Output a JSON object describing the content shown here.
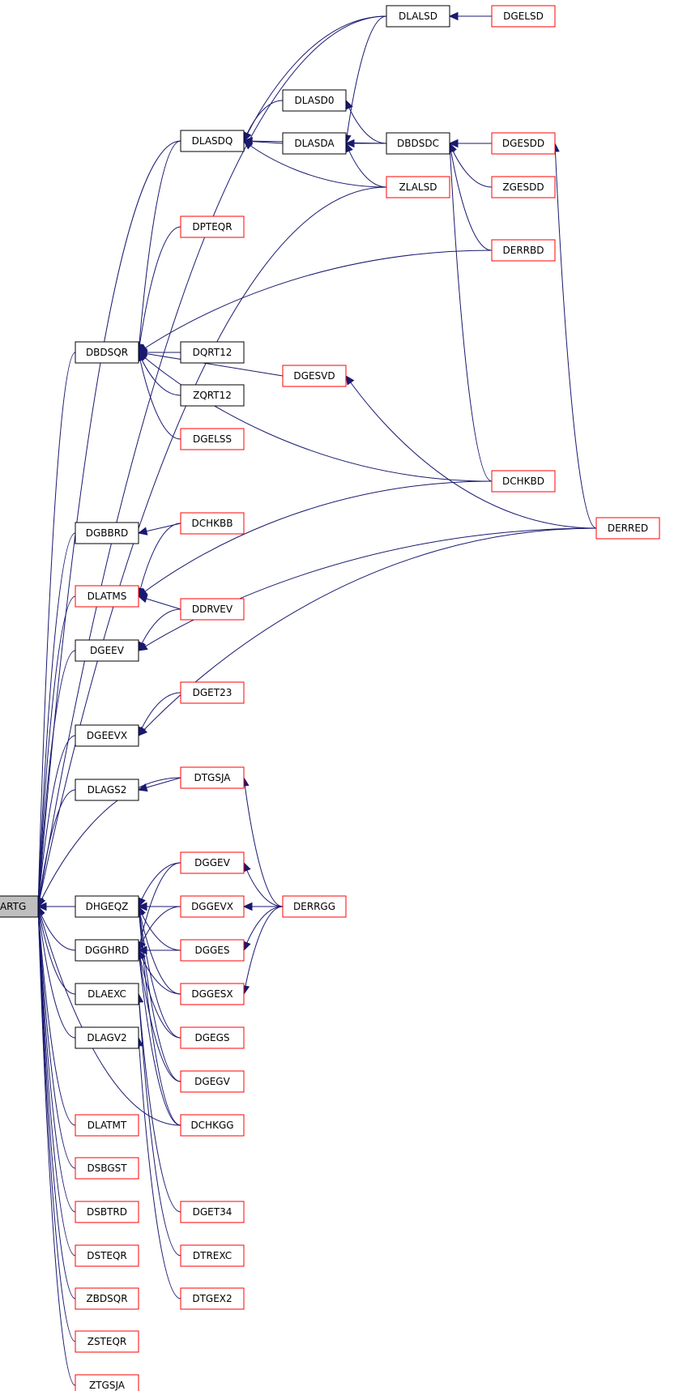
{
  "graph": {
    "title": "",
    "colors": {
      "edge": "#191970",
      "linked_border": "#000000",
      "unlinked_border": "#ff0000",
      "root_fill": "#bfbfbf",
      "node_fill": "#ffffff"
    },
    "nodes": {
      "dgelsd": "DGELSD",
      "dlalsd": "DLALSD",
      "dlasd0": "DLASD0",
      "dlasdq": "DLASDQ",
      "dlasda": "DLASDA",
      "dbdsdc": "DBDSDC",
      "dgesdd": "DGESDD",
      "zgesdd": "ZGESDD",
      "zlalsd": "ZLALSD",
      "dpteqr": "DPTEQR",
      "derrbd": "DERRBD",
      "dbdsqr": "DBDSQR",
      "dqrt12": "DQRT12",
      "dgesvd": "DGESVD",
      "zqrt12": "ZQRT12",
      "dgelss": "DGELSS",
      "dchkbd": "DCHKBD",
      "dgbbrd": "DGBBRD",
      "dchkbb": "DCHKBB",
      "derred": "DERRED",
      "dlatms": "DLATMS",
      "ddrvev": "DDRVEV",
      "dgeev": "DGEEV",
      "dget23": "DGET23",
      "dgeevx": "DGEEVX",
      "dlags2": "DLAGS2",
      "dtgsja": "DTGSJA",
      "dggev": "DGGEV",
      "dlartg": "DLARTG",
      "dhgeqz": "DHGEQZ",
      "dggevx": "DGGEVX",
      "derrgg": "DERRGG",
      "dgghrd": "DGGHRD",
      "dgges": "DGGES",
      "dggesx": "DGGESX",
      "dlaexc": "DLAEXC",
      "dlagv2": "DLAGV2",
      "dgegs": "DGEGS",
      "dgegv": "DGEGV",
      "dchkgg": "DCHKGG",
      "dlatmt": "DLATMT",
      "dsbgst": "DSBGST",
      "dget34": "DGET34",
      "dsbtrd": "DSBTRD",
      "dsteqr": "DSTEQR",
      "dtrexc": "DTREXC",
      "zbdsqr": "ZBDSQR",
      "dtgex2": "DTGEX2",
      "zsteqr": "ZSTEQR",
      "ztgsja": "ZTGSJA"
    },
    "edges": [
      [
        "dlalsd",
        "dlartg"
      ],
      [
        "dlasdq",
        "dlartg"
      ],
      [
        "zlalsd",
        "dlartg"
      ],
      [
        "dbdsqr",
        "dlartg"
      ],
      [
        "dgbbrd",
        "dlartg"
      ],
      [
        "dlatms",
        "dlartg"
      ],
      [
        "dgeev",
        "dlartg"
      ],
      [
        "dgeevx",
        "dlartg"
      ],
      [
        "dlags2",
        "dlartg"
      ],
      [
        "dtgsja",
        "dlartg"
      ],
      [
        "dhgeqz",
        "dlartg"
      ],
      [
        "dgghrd",
        "dlartg"
      ],
      [
        "dlaexc",
        "dlartg"
      ],
      [
        "dlagv2",
        "dlartg"
      ],
      [
        "dchkgg",
        "dlartg"
      ],
      [
        "dlatmt",
        "dlartg"
      ],
      [
        "dsbgst",
        "dlartg"
      ],
      [
        "dsbtrd",
        "dlartg"
      ],
      [
        "dsteqr",
        "dlartg"
      ],
      [
        "zbdsqr",
        "dlartg"
      ],
      [
        "zsteqr",
        "dlartg"
      ],
      [
        "ztgsja",
        "dlartg"
      ],
      [
        "dgelsd",
        "dlalsd"
      ],
      [
        "dlalsd",
        "dlasdq"
      ],
      [
        "dbdsdc",
        "dlasdq"
      ],
      [
        "dlasd0",
        "dlasdq"
      ],
      [
        "dlasda",
        "dlasdq"
      ],
      [
        "zlalsd",
        "dlasdq"
      ],
      [
        "dbdsdc",
        "dlasd0"
      ],
      [
        "dbdsdc",
        "dlasda"
      ],
      [
        "dlalsd",
        "dlasda"
      ],
      [
        "zlalsd",
        "dlasda"
      ],
      [
        "dgesdd",
        "dbdsdc"
      ],
      [
        "zgesdd",
        "dbdsdc"
      ],
      [
        "derrbd",
        "dbdsdc"
      ],
      [
        "dchkbd",
        "dbdsdc"
      ],
      [
        "derred",
        "dgesdd"
      ],
      [
        "dlasdq",
        "dbdsqr"
      ],
      [
        "dpteqr",
        "dbdsqr"
      ],
      [
        "derrbd",
        "dbdsqr"
      ],
      [
        "dgesvd",
        "dbdsqr"
      ],
      [
        "dqrt12",
        "dbdsqr"
      ],
      [
        "zqrt12",
        "dbdsqr"
      ],
      [
        "dgelss",
        "dbdsqr"
      ],
      [
        "dchkbd",
        "dbdsqr"
      ],
      [
        "derred",
        "dgesvd"
      ],
      [
        "dchkbb",
        "dgbbrd"
      ],
      [
        "dchkbb",
        "dlatms"
      ],
      [
        "dchkbd",
        "dlatms"
      ],
      [
        "ddrvev",
        "dlatms"
      ],
      [
        "ddrvev",
        "dgeev"
      ],
      [
        "derred",
        "dgeev"
      ],
      [
        "dget23",
        "dgeevx"
      ],
      [
        "derred",
        "dgeevx"
      ],
      [
        "dtgsja",
        "dlags2"
      ],
      [
        "derrgg",
        "dtgsja"
      ],
      [
        "dggev",
        "dhgeqz"
      ],
      [
        "dggevx",
        "dhgeqz"
      ],
      [
        "dgges",
        "dhgeqz"
      ],
      [
        "dggesx",
        "dhgeqz"
      ],
      [
        "dgegs",
        "dhgeqz"
      ],
      [
        "dgegv",
        "dhgeqz"
      ],
      [
        "dchkgg",
        "dhgeqz"
      ],
      [
        "dggev",
        "dgghrd"
      ],
      [
        "dggevx",
        "dgghrd"
      ],
      [
        "dgges",
        "dgghrd"
      ],
      [
        "dggesx",
        "dgghrd"
      ],
      [
        "dgegs",
        "dgghrd"
      ],
      [
        "dgegv",
        "dgghrd"
      ],
      [
        "dchkgg",
        "dgghrd"
      ],
      [
        "derrgg",
        "dhgeqz"
      ],
      [
        "derrgg",
        "dggev"
      ],
      [
        "derrgg",
        "dggevx"
      ],
      [
        "derrgg",
        "dgges"
      ],
      [
        "derrgg",
        "dggesx"
      ],
      [
        "dtrexc",
        "dlaexc"
      ],
      [
        "dget34",
        "dlaexc"
      ],
      [
        "dtgex2",
        "dlagv2"
      ]
    ]
  }
}
